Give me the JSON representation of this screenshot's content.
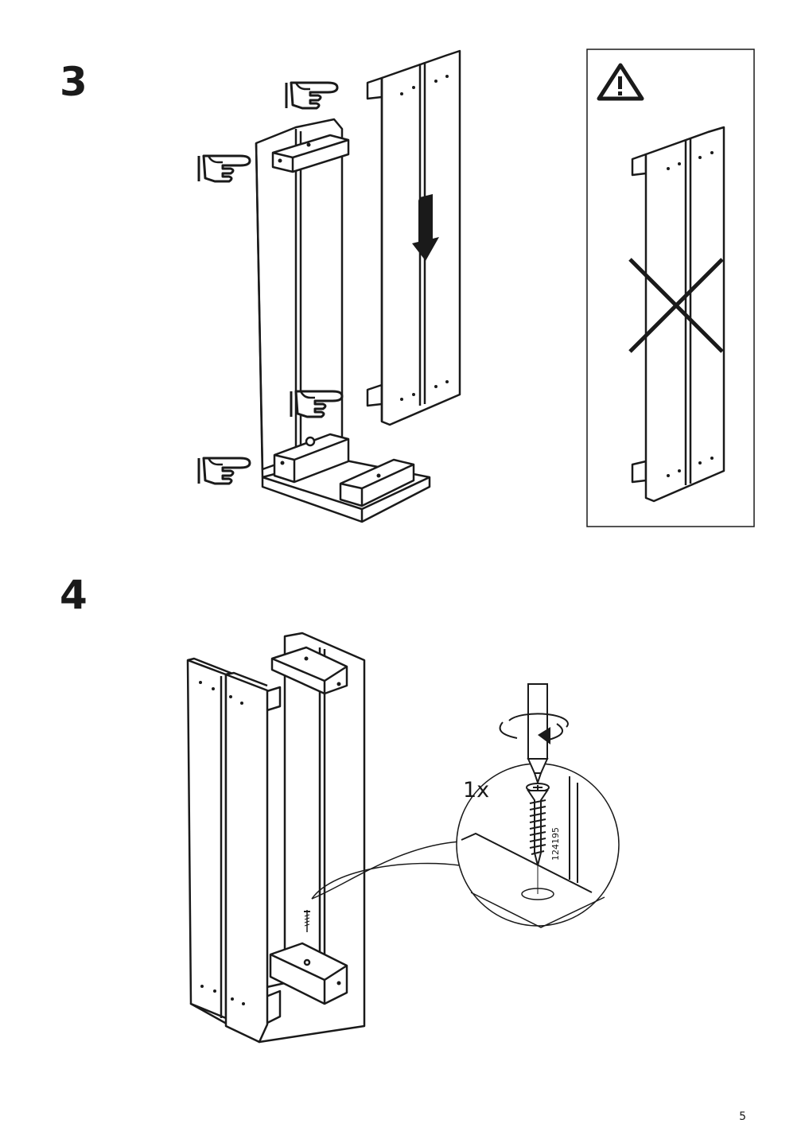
{
  "page": {
    "step3": {
      "number": "3"
    },
    "step4": {
      "number": "4",
      "quantity": "1x",
      "screw_part_number": "124195"
    },
    "warning_icon": "warning-triangle-icon",
    "pointing_hand_icon": "pointing-hand-icon",
    "cross_icon": "cross-out-icon",
    "page_number": "5"
  }
}
